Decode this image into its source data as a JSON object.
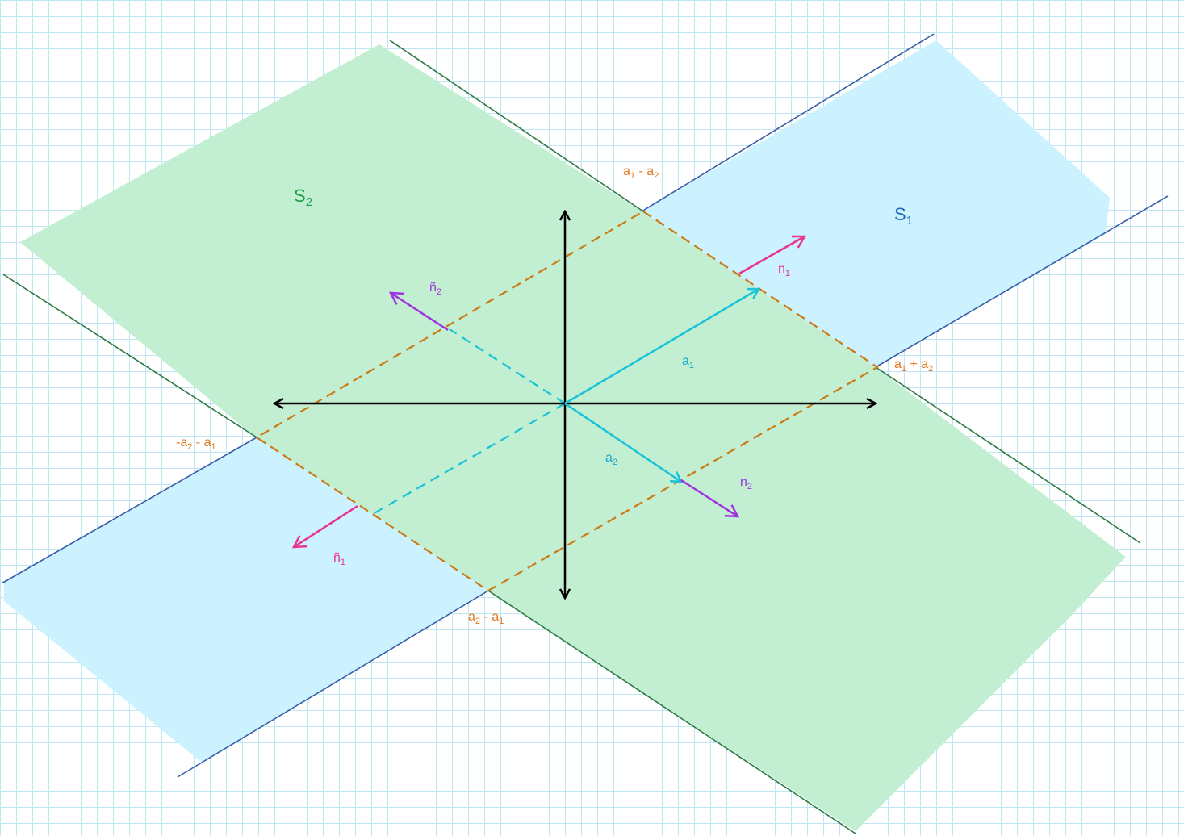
{
  "regions": {
    "s1": {
      "label": "S",
      "sub": "1",
      "fill": "#ccf2ff",
      "label_color": "#1f6fb8"
    },
    "s2": {
      "label": "S",
      "sub": "2",
      "fill": "#c2efd2",
      "label_color": "#1a9e4a"
    }
  },
  "boundary_colors": {
    "s1": "#3a5ea8",
    "s2": "#2d7a45"
  },
  "lattice_color": "#cc7a14",
  "basis_color": "#17c3d8",
  "normal_color_n": "#e8338f",
  "normal_color_n_prime": "#a033e0",
  "vectors": {
    "a1": {
      "base": "a",
      "sub": "1"
    },
    "a2": {
      "base": "a",
      "sub": "2"
    },
    "n1": {
      "base": "n",
      "sub": "1"
    },
    "n2": {
      "base": "n",
      "sub": "2"
    },
    "nt1": {
      "base": "ñ",
      "sub": "1"
    },
    "nt2": {
      "base": "ñ",
      "sub": "2"
    }
  },
  "corners": {
    "a1_minus_a2": {
      "p1": "a",
      "s1": "1",
      "op": " - ",
      "p2": "a",
      "s2": "2"
    },
    "a1_plus_a2": {
      "p1": "a",
      "s1": "1",
      "op": " + ",
      "p2": "a",
      "s2": "2"
    },
    "neg_a2_minus_a1": {
      "p1": "-a",
      "s1": "2",
      "op": " - ",
      "p2": "a",
      "s2": "1"
    },
    "a2_minus_a1": {
      "p1": "a",
      "s1": "2",
      "op": " - ",
      "p2": "a",
      "s2": "1"
    }
  }
}
